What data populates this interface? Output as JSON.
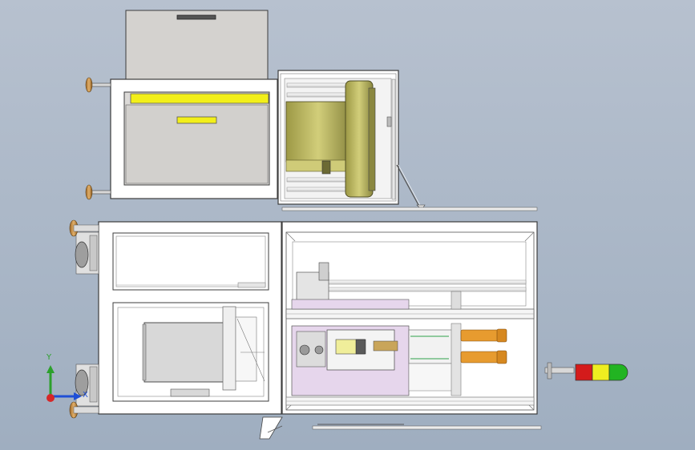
{
  "scene": {
    "background_top": "#b7c1cf",
    "background_bottom": "#9faec0",
    "frame_fill": "#ffffff",
    "frame_stroke": "#3c3c3c",
    "drawer_fill": "#d9d9d9",
    "drawer_panel_fill": "#c6c6c6",
    "yellow": "#f2ef1a",
    "olive": "#b8b45a",
    "pink": "#e6d6ec",
    "orange": "#e79b2f",
    "rail_fill": "#eeeeee"
  },
  "signal_light": {
    "segments": [
      "red",
      "yellow",
      "green"
    ],
    "colors": [
      "#d41b1b",
      "#eeee20",
      "#22b422"
    ]
  },
  "triad": {
    "y_label": "Y",
    "x_label": "X",
    "y_color": "#2ca02c",
    "x_color": "#1f4fd6",
    "z_color": "#d62728"
  }
}
